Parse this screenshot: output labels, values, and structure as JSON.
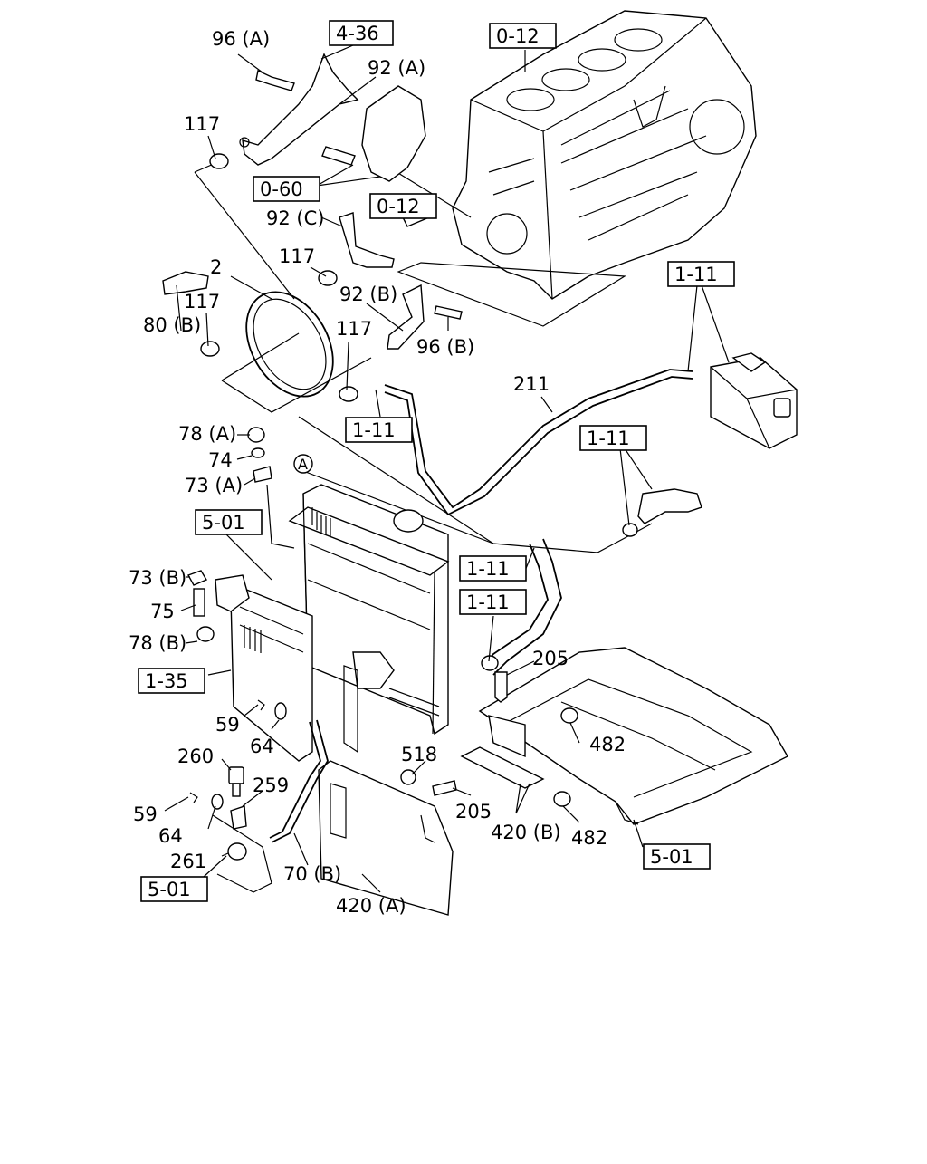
{
  "diagram": {
    "part_labels": [
      "96 (A)",
      "92 (A)",
      "117",
      "92 (C)",
      "117",
      "2",
      "117",
      "80 (B)",
      "92 (B)",
      "117",
      "96 (B)",
      "211",
      "78 (A)",
      "74",
      "73 (A)",
      "73 (B)",
      "75",
      "78 (B)",
      "205",
      "482",
      "59",
      "64",
      "260",
      "259",
      "518",
      "59",
      "64",
      "205",
      "420 (B)",
      "482",
      "261",
      "70 (B)",
      "420 (A)"
    ],
    "reference_boxes": [
      "4-36",
      "0-12",
      "0-60",
      "0-12",
      "1-11",
      "1-11",
      "1-11",
      "5-01",
      "1-11",
      "1-11",
      "1-35",
      "5-01",
      "5-01"
    ],
    "callout_letter": "A"
  }
}
